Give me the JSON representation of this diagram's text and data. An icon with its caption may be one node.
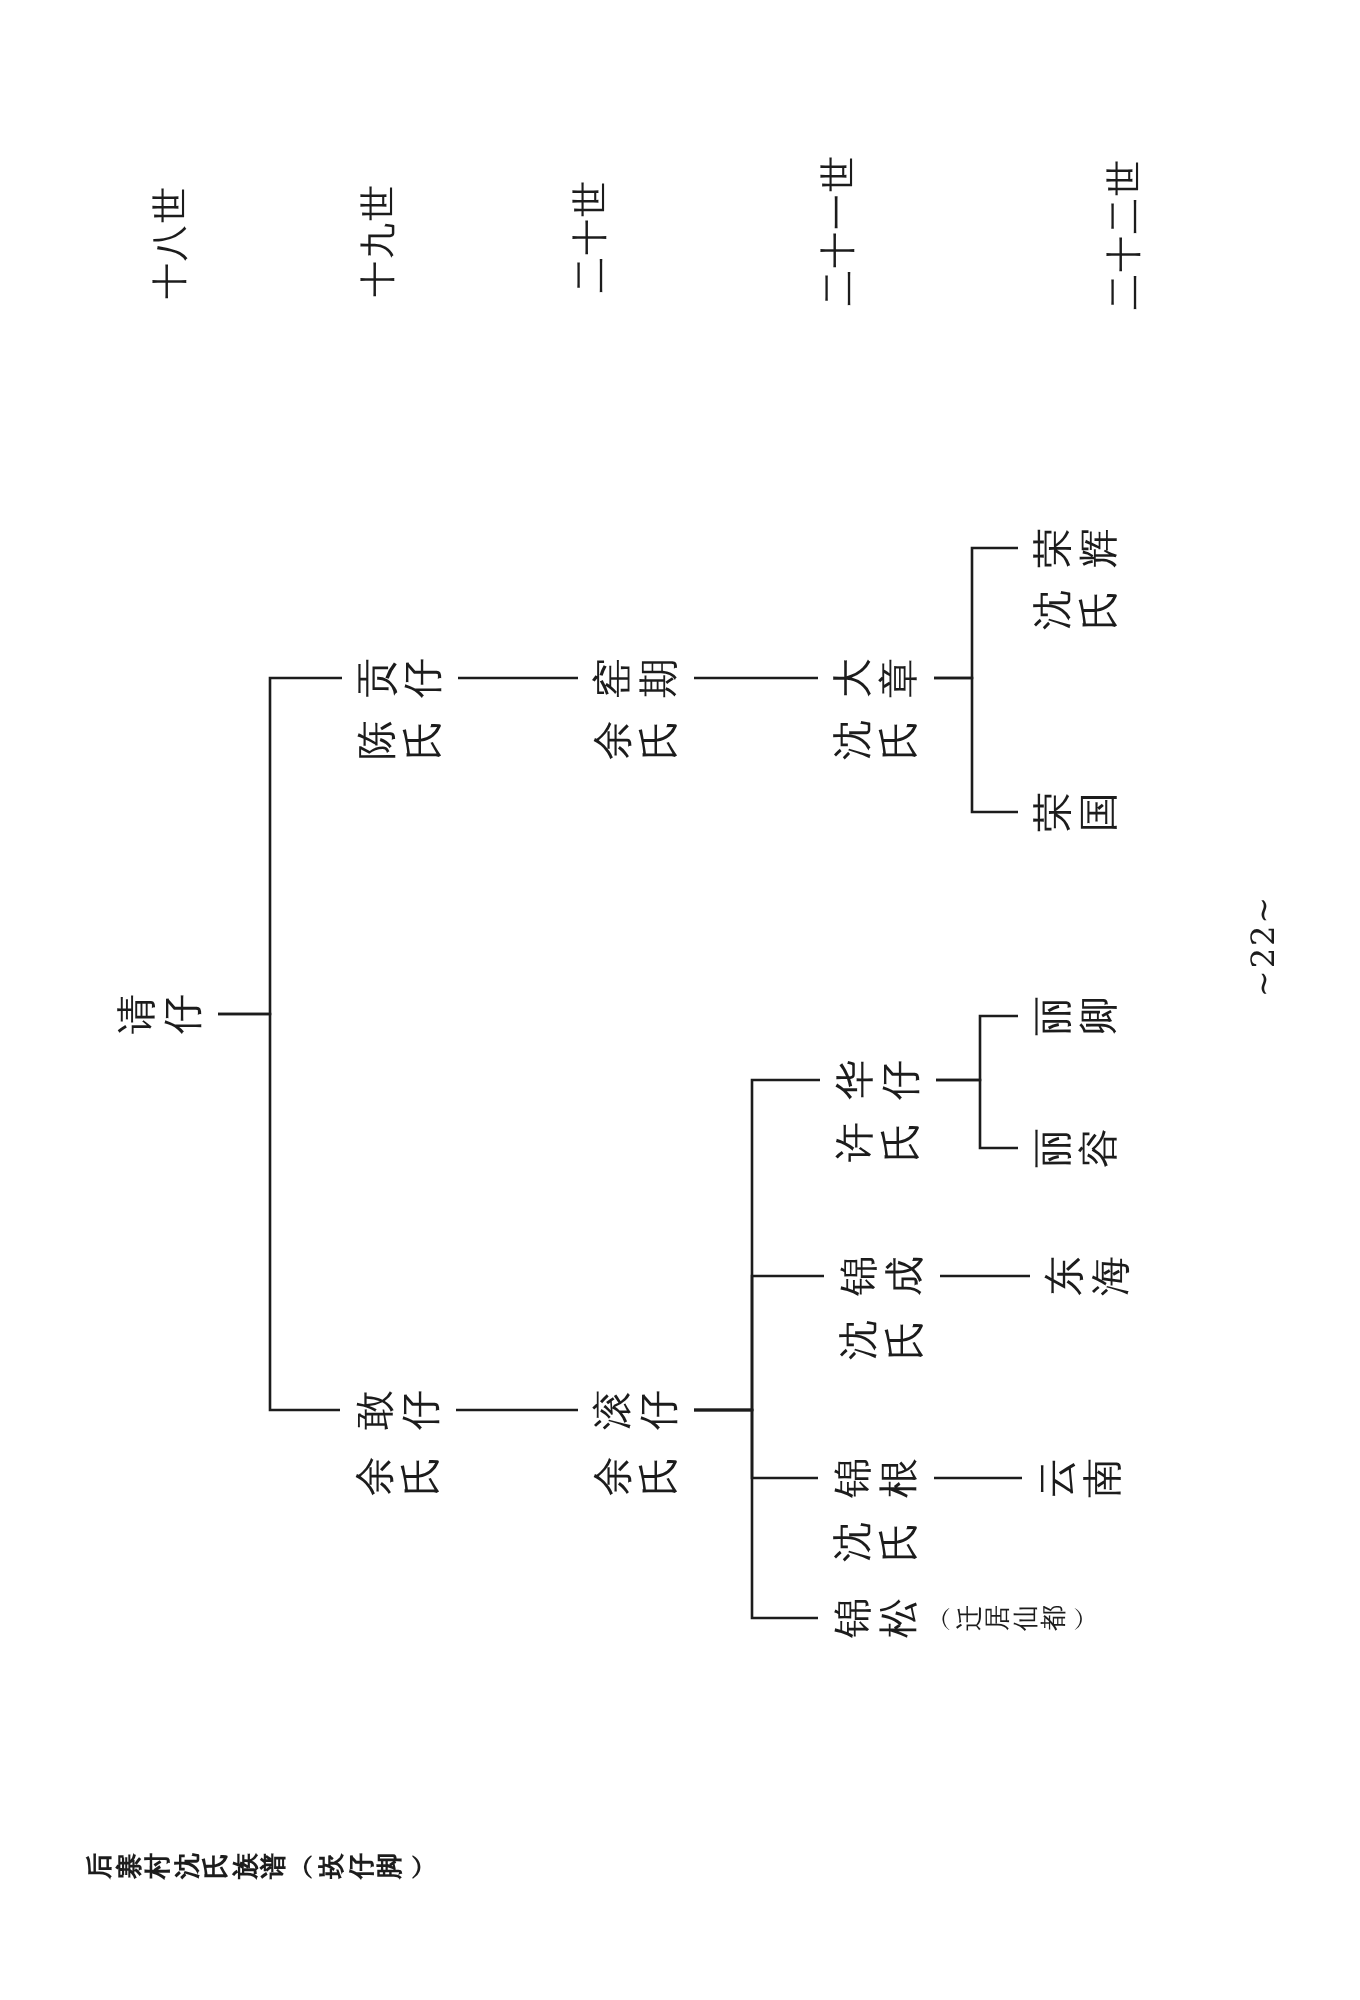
{
  "diagram": {
    "nodes": [
      {
        "text": [
          "请仔"
        ]
      },
      {
        "text": [
          "贡仔",
          "陈氏"
        ]
      },
      {
        "text": [
          "窑期",
          "余氏"
        ]
      },
      {
        "text": [
          "大章",
          "沈氏"
        ]
      },
      {
        "text": [
          "荣辉",
          "沈氏"
        ]
      },
      {
        "text": [
          "荣国"
        ]
      },
      {
        "text": [
          "敢仔",
          "余氏"
        ]
      },
      {
        "text": [
          "滚仔",
          "余氏"
        ]
      },
      {
        "text": [
          "华仔",
          "许氏"
        ]
      },
      {
        "text": [
          "丽卿"
        ]
      },
      {
        "text": [
          "丽容"
        ]
      },
      {
        "text": [
          "锦成",
          "沈氏"
        ]
      },
      {
        "text": [
          "东海"
        ]
      },
      {
        "text": [
          "锦根",
          "沈氏"
        ]
      },
      {
        "text": [
          "云南"
        ]
      },
      {
        "text": [
          "锦松",
          "︵迁居仙都︶"
        ]
      }
    ],
    "edges": [
      {
        "from": 0,
        "to": 1,
        "arrow": "none"
      },
      {
        "from": 0,
        "to": 6,
        "arrow": "none"
      },
      {
        "from": 1,
        "to": 2,
        "arrow": "none"
      },
      {
        "from": 2,
        "to": 3,
        "arrow": "none"
      },
      {
        "from": 3,
        "to": 4,
        "arrow": "none"
      },
      {
        "from": 3,
        "to": 5,
        "arrow": "none"
      },
      {
        "from": 6,
        "to": 7,
        "arrow": "none"
      },
      {
        "from": 7,
        "to": 8,
        "arrow": "none"
      },
      {
        "from": 8,
        "to": 9,
        "arrow": "none"
      },
      {
        "from": 8,
        "to": 10,
        "arrow": "none"
      },
      {
        "from": 7,
        "to": 11,
        "arrow": "none"
      },
      {
        "from": 11,
        "to": 12,
        "arrow": "none"
      },
      {
        "from": 7,
        "to": 13,
        "arrow": "none"
      },
      {
        "from": 13,
        "to": 14,
        "arrow": "none"
      },
      {
        "from": 7,
        "to": 15,
        "arrow": "none"
      }
    ],
    "labels": [
      "十八世",
      "十九世",
      "二十世",
      "二十一世",
      "二十二世",
      "~22~",
      "后寨村沈氏族谱︵崁仔脚︶"
    ]
  }
}
